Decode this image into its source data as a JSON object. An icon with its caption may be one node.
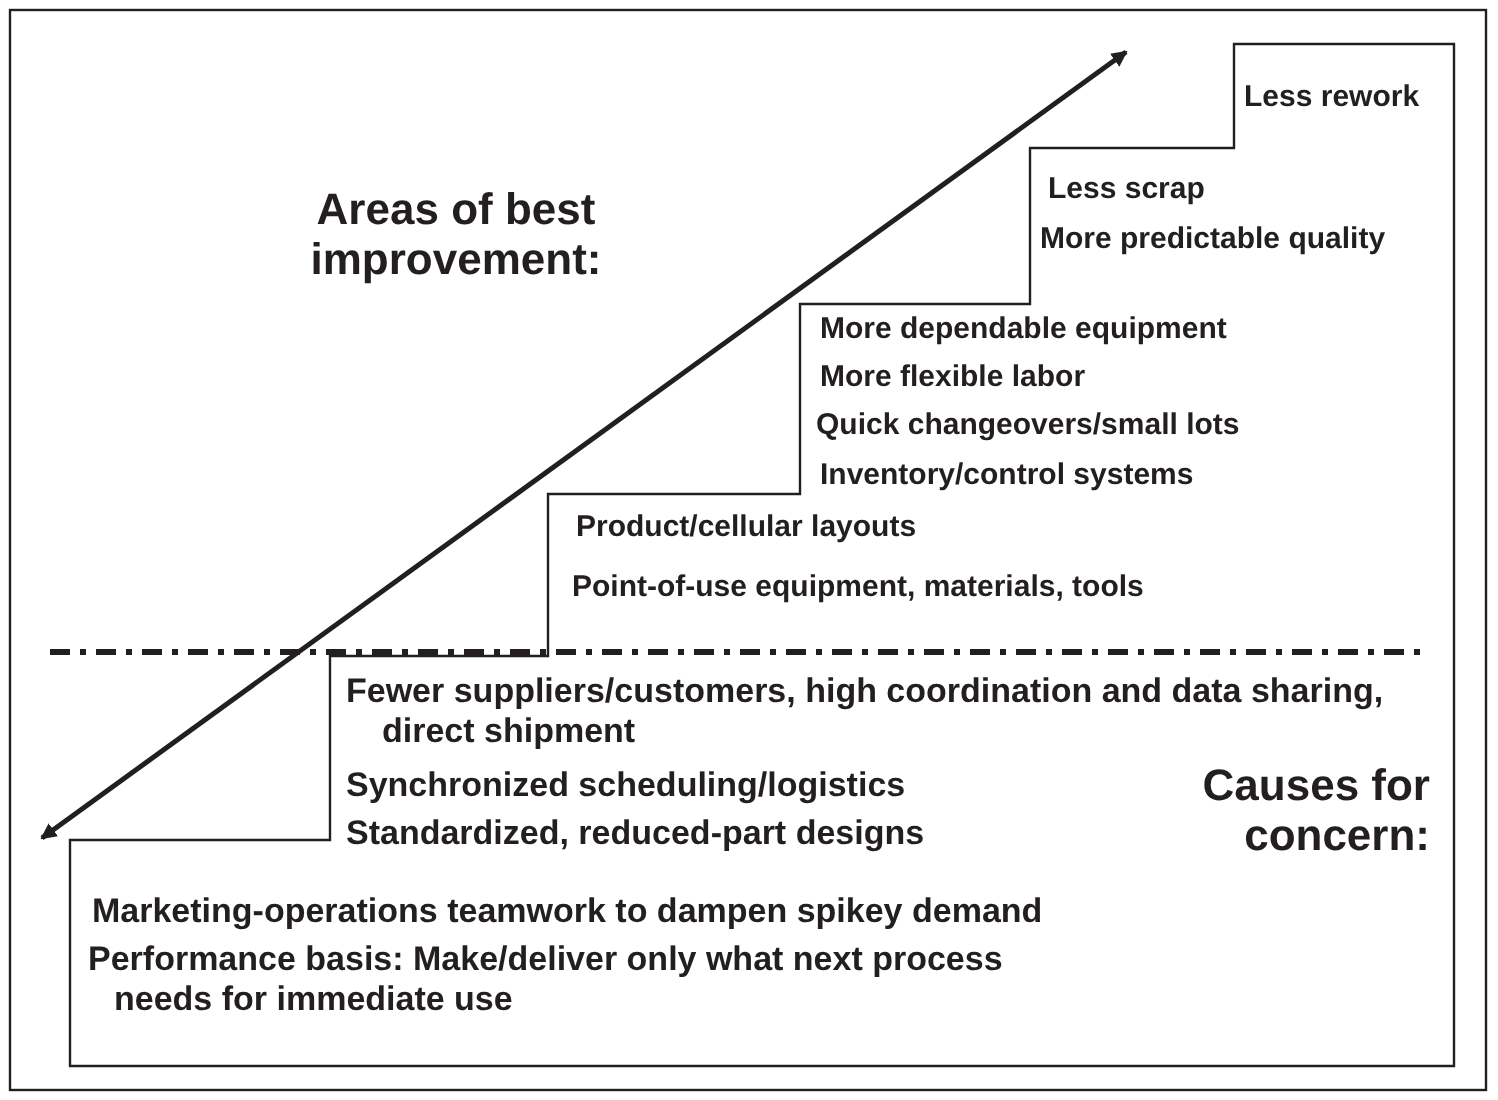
{
  "diagram": {
    "nodes": [
      {
        "text": [
          "Less rework",
          "Less scrap",
          "More predictable quality",
          "More dependable equipment",
          "More flexible labor",
          "Quick changeovers/small lots",
          "Inventory/control systems",
          "Product/cellular layouts",
          "Point-of-use equipment, materials, tools",
          "Fewer suppliers/customers, high coordination and data sharing, direct shipment",
          "Synchronized scheduling/logistics",
          "Standardized, reduced-part designs",
          "Marketing-operations teamwork to dampen spikey demand",
          "Performance basis: Make/deliver only what next process needs for immediate use"
        ]
      }
    ],
    "labels": [
      "Areas of best improvement:",
      "Causes for concern:"
    ]
  }
}
